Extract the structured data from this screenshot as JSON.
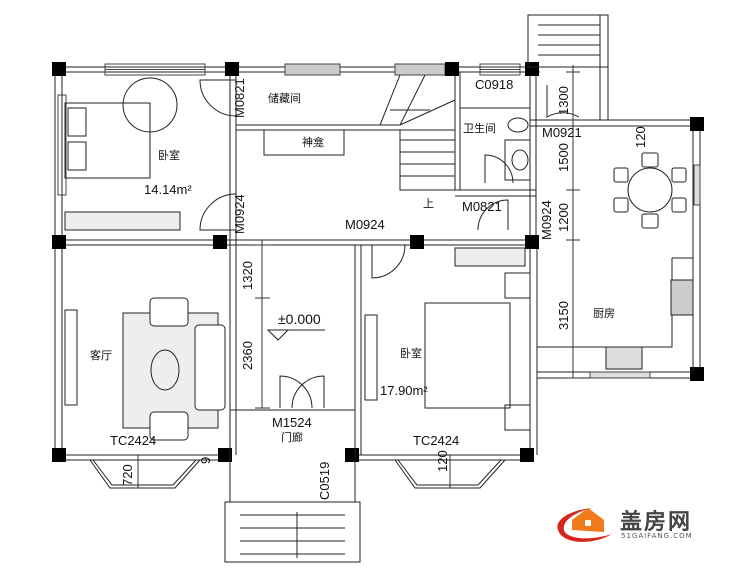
{
  "plan": {
    "rooms": [
      {
        "id": "bedroom1",
        "name": "卧室",
        "area": "14.14m²"
      },
      {
        "id": "storage",
        "name": "储藏间"
      },
      {
        "id": "shrine",
        "name": "神龛"
      },
      {
        "id": "bathroom",
        "name": "卫生间"
      },
      {
        "id": "dining",
        "name": ""
      },
      {
        "id": "living",
        "name": "客厅"
      },
      {
        "id": "bedroom2",
        "name": "卧室",
        "area": "17.90m²"
      },
      {
        "id": "kitchen",
        "name": "厨房"
      },
      {
        "id": "porch",
        "name": "门廊"
      }
    ],
    "doors": {
      "m0821_left": "M0821",
      "m0924_left": "M0924",
      "m0924_mid": "M0924",
      "m0921": "M0921",
      "m0821_bath": "M0821",
      "m0924_right": "M0924",
      "m1524": "M1524"
    },
    "windows": {
      "c0918": "C0918",
      "tc2424_left": "TC2424",
      "tc2424_right": "TC2424",
      "c0519": "C0519"
    },
    "dimensions": {
      "d1300": "1300",
      "d1500": "1500",
      "d1200": "1200",
      "d3150": "3150",
      "d1320": "1320",
      "d2360": "2360",
      "d120_dining": "120",
      "d720": "720",
      "d120_bay": "120",
      "d9": "9"
    },
    "elevation": "±0.000",
    "stair_label": "上"
  },
  "logo": {
    "cn": "盖房网",
    "en": "51GAIFANG.COM",
    "colors": {
      "orange": "#f07a1a",
      "red": "#d9261c",
      "text": "#444444"
    }
  }
}
